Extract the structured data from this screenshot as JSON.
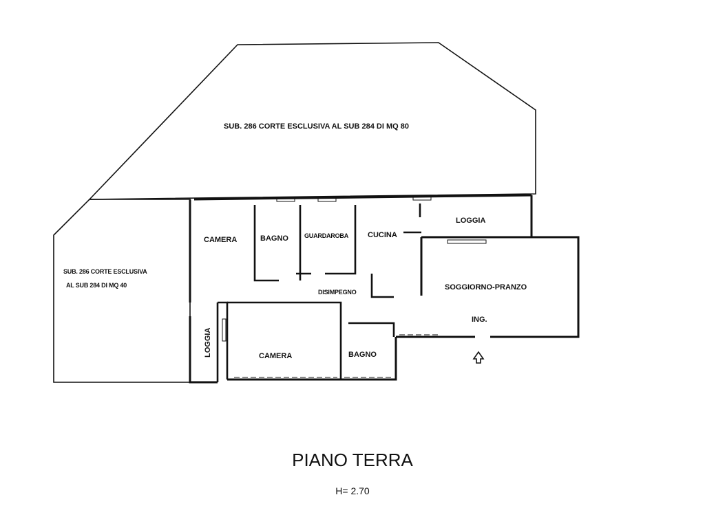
{
  "plan": {
    "court_large": "SUB. 286 CORTE ESCLUSIVA AL SUB  284 DI MQ 80",
    "court_small_line1": "SUB. 286 CORTE ESCLUSIVA",
    "court_small_line2": "AL SUB  284 DI MQ 40",
    "rooms": {
      "camera_top": "CAMERA",
      "bagno_top": "BAGNO",
      "guardaroba": "GUARDAROBA",
      "cucina": "CUCINA",
      "loggia_top": "LOGGIA",
      "disimpegno": "DISIMPEGNO",
      "soggiorno": "SOGGIORNO-PRANZO",
      "ingresso": "ING.",
      "loggia_side": "LOGGIA",
      "camera_bottom": "CAMERA",
      "bagno_bottom": "BAGNO"
    }
  },
  "footer": {
    "title": "PIANO TERRA",
    "height": "H= 2.70"
  }
}
